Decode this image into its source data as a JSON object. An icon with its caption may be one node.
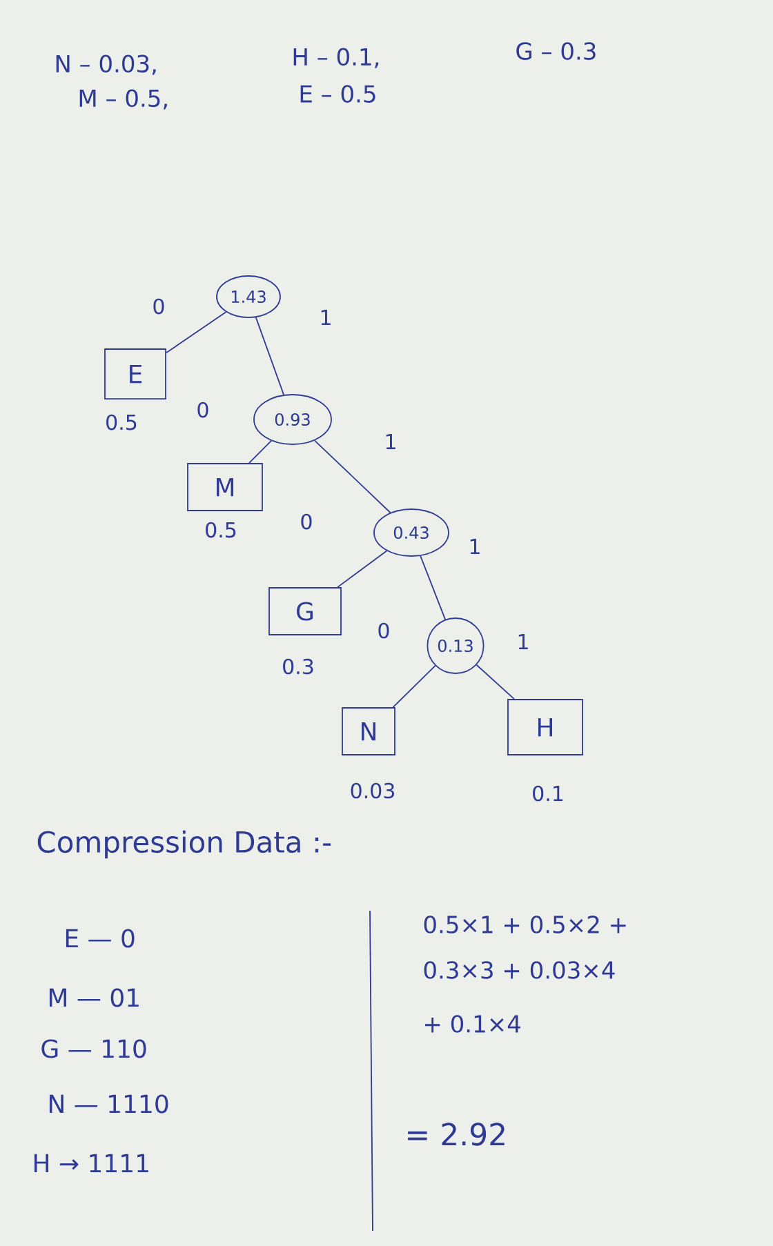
{
  "diagram": {
    "nodes": [
      {
        "text": [
          "1.43"
        ]
      },
      {
        "text": [
          "E"
        ],
        "beside": [
          "0.5"
        ]
      },
      {
        "text": [
          "0.93"
        ]
      },
      {
        "text": [
          "M"
        ],
        "beside": [
          "0.5"
        ]
      },
      {
        "text": [
          "0.43"
        ]
      },
      {
        "text": [
          "G"
        ],
        "beside": [
          "0.3"
        ]
      },
      {
        "text": [
          "0.13"
        ]
      },
      {
        "text": [
          "N"
        ],
        "beside": [
          "0.03"
        ]
      },
      {
        "text": [
          "H"
        ],
        "beside": [
          "0.1"
        ]
      }
    ],
    "edges": [
      {
        "from": 0,
        "to": 1,
        "arrow": "none",
        "label": "0"
      },
      {
        "from": 0,
        "to": 2,
        "arrow": "none",
        "label": "1"
      },
      {
        "from": 2,
        "to": 3,
        "arrow": "none",
        "label": "0"
      },
      {
        "from": 2,
        "to": 4,
        "arrow": "none",
        "label": "1"
      },
      {
        "from": 4,
        "to": 5,
        "arrow": "none",
        "label": "0"
      },
      {
        "from": 4,
        "to": 6,
        "arrow": "none",
        "label": "1"
      },
      {
        "from": 6,
        "to": 7,
        "arrow": "none",
        "label": "0"
      },
      {
        "from": 6,
        "to": 8,
        "arrow": "none",
        "label": "1"
      }
    ],
    "labels": [
      "N – 0.03,",
      "H – 0.1,",
      "G – 0.3",
      "M – 0.5,",
      "E – 0.5",
      "Compression Data :-",
      "E — 0",
      "M — 01",
      "G — 110",
      "N — 1110",
      "H → 1111",
      "0.5×1 + 0.5×2 +",
      "0.3×3 + 0.03×4",
      "+ 0.1×4",
      "= 2.92"
    ]
  }
}
